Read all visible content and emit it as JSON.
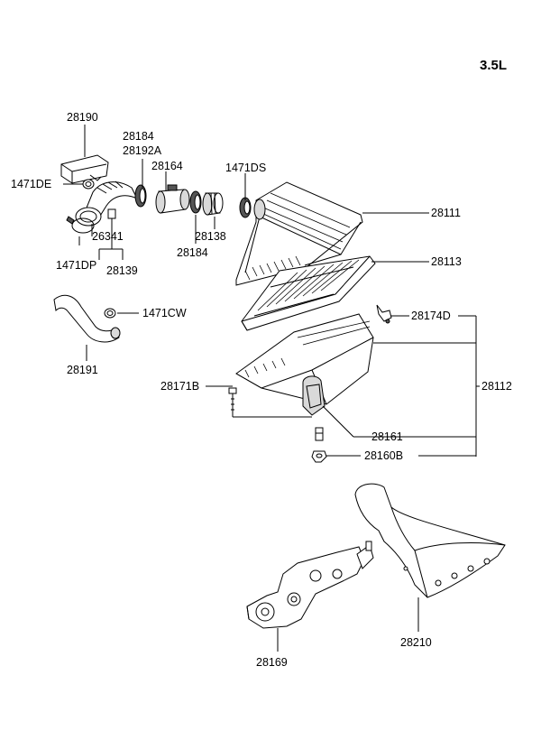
{
  "engine_label": "3.5L",
  "parts": {
    "p28190": "28190",
    "p1471DE": "1471DE",
    "p28184_top": "28184",
    "p28192A": "28192A",
    "p28164": "28164",
    "p1471DS": "1471DS",
    "p28111": "28111",
    "p26341": "26341",
    "p1471DP": "1471DP",
    "p28139": "28139",
    "p28138": "28138",
    "p28184_bot": "28184",
    "p28113": "28113",
    "p1471CW": "1471CW",
    "p28174D": "28174D",
    "p28191": "28191",
    "p28171B": "28171B",
    "p28112": "28112",
    "p28161": "28161",
    "p28160B": "28160B",
    "p28210": "28210",
    "p28169": "28169"
  }
}
